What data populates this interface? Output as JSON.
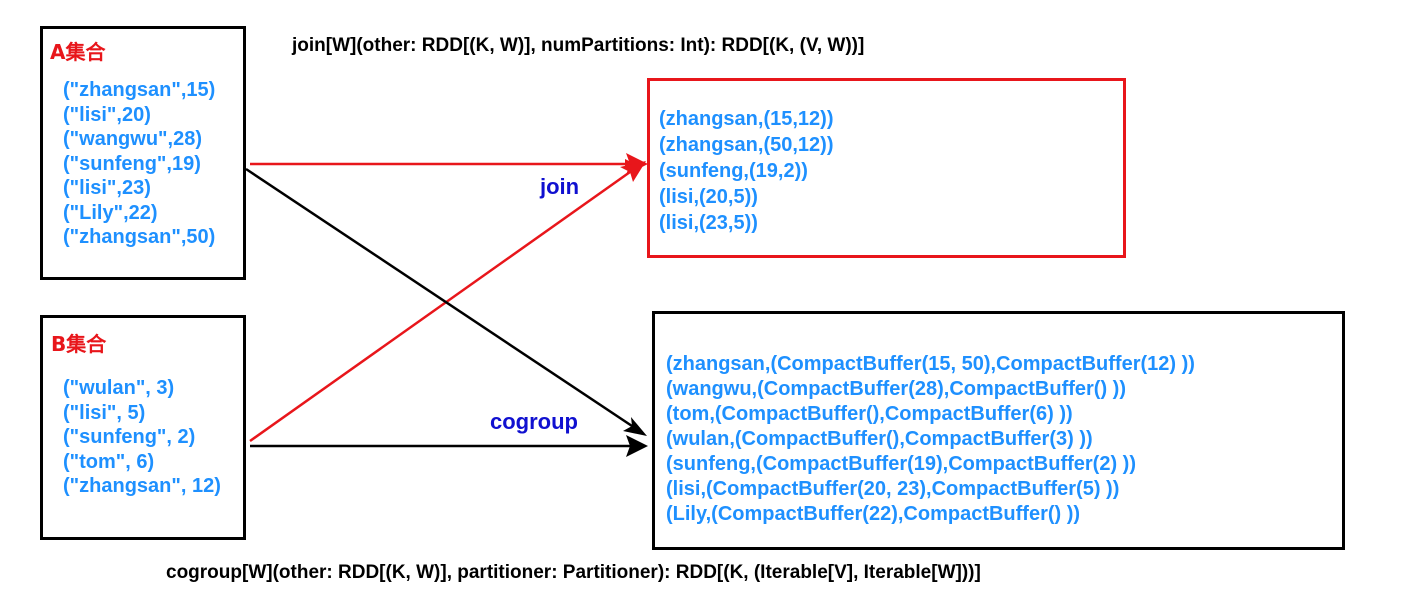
{
  "signatures": {
    "join": "join[W](other: RDD[(K, W)], numPartitions: Int): RDD[(K, (V, W))]",
    "cogroup": "cogroup[W](other: RDD[(K, W)], partitioner: Partitioner): RDD[(K, (Iterable[V], Iterable[W]))]"
  },
  "set_a": {
    "title": "A集合",
    "items": [
      "(\"zhangsan\",15)",
      "(\"lisi\",20)",
      "(\"wangwu\",28)",
      "(\"sunfeng\",19)",
      "(\"lisi\",23)",
      "(\"Lily\",22)",
      "(\"zhangsan\",50)"
    ]
  },
  "set_b": {
    "title": "B集合",
    "items": [
      "(\"wulan\", 3)",
      "(\"lisi\", 5)",
      "(\"sunfeng\", 2)",
      "(\"tom\", 6)",
      "(\"zhangsan\", 12)"
    ]
  },
  "join_result": {
    "items": [
      "(zhangsan,(15,12))",
      "(zhangsan,(50,12))",
      "(sunfeng,(19,2))",
      "(lisi,(20,5))",
      "(lisi,(23,5))"
    ]
  },
  "cogroup_result": {
    "items": [
      "(zhangsan,(CompactBuffer(15, 50),CompactBuffer(12) ))",
      "(wangwu,(CompactBuffer(28),CompactBuffer() ))",
      "(tom,(CompactBuffer(),CompactBuffer(6) ))",
      "(wulan,(CompactBuffer(),CompactBuffer(3) ))",
      "(sunfeng,(CompactBuffer(19),CompactBuffer(2) ))",
      "(lisi,(CompactBuffer(20, 23),CompactBuffer(5) ))",
      "(Lily,(CompactBuffer(22),CompactBuffer() ))"
    ]
  },
  "edge_labels": {
    "join": "join",
    "cogroup": "cogroup"
  },
  "colors": {
    "item_text": "#1e90ff",
    "title_text": "#e8161b",
    "join_arrow": "#e8161b",
    "cogroup_arrow": "#000000",
    "edge_label": "#1010d0"
  }
}
